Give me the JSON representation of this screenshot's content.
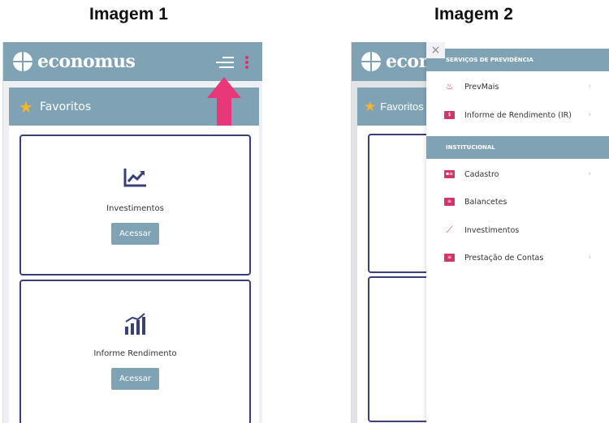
{
  "captions": {
    "left": "Imagem 1",
    "right": "Imagem 2"
  },
  "app": {
    "logo_text": "economus",
    "logo_text_short": "econ",
    "favorites_title": "Favoritos"
  },
  "cards": [
    {
      "label": "Investimentos",
      "button": "Acessar",
      "icon": "line-chart-icon"
    },
    {
      "label": "Informe Rendimento",
      "button": "Acessar",
      "icon": "bar-chart-icon"
    }
  ],
  "drawer": {
    "close": "×",
    "sections": [
      {
        "title": "SERVIÇOS DE PREVIDÊNCIA",
        "items": [
          {
            "label": "PrevMais",
            "icon": "piggy-bank-icon",
            "chevron": true
          },
          {
            "label": "Informe de Rendimento (IR)",
            "icon": "money-bill-icon",
            "chevron": true
          }
        ]
      },
      {
        "title": "INSTITUCIONAL",
        "items": [
          {
            "label": "Cadastro",
            "icon": "id-card-icon",
            "chevron": true
          },
          {
            "label": "Balancetes",
            "icon": "list-icon",
            "chevron": false
          },
          {
            "label": "Investimentos",
            "icon": "line-chart-icon",
            "chevron": false
          },
          {
            "label": "Prestação de Contas",
            "icon": "list-icon",
            "chevron": true
          }
        ]
      }
    ]
  },
  "colors": {
    "header": "#7fa3b5",
    "accent": "#d6336c",
    "arrow": "#e8387a",
    "card_border": "#3a3f78"
  }
}
